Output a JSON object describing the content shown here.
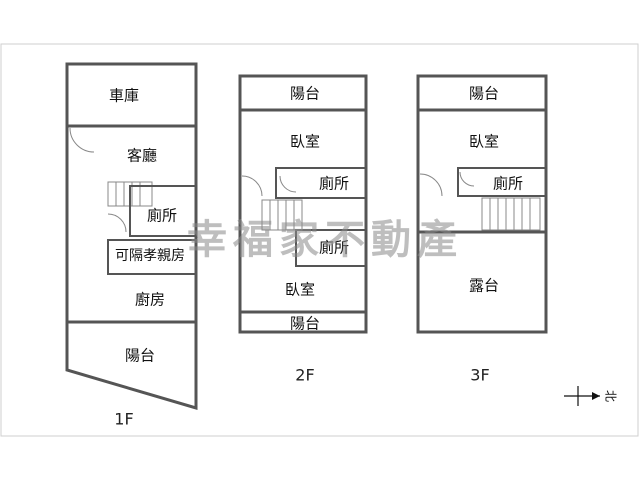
{
  "floors": [
    {
      "level": "1F",
      "rooms": [
        "車庫",
        "客廳",
        "廁所",
        "可隔孝親房",
        "廚房",
        "陽台"
      ]
    },
    {
      "level": "2F",
      "rooms": [
        "陽台",
        "臥室",
        "廁所",
        "廁所",
        "臥室",
        "陽台"
      ]
    },
    {
      "level": "3F",
      "rooms": [
        "陽台",
        "臥室",
        "廁所",
        "露台"
      ]
    }
  ],
  "watermark": "幸福家不動產",
  "north_label": "北",
  "colors": {
    "wall": "#555555",
    "watermark": "#8a8a8a",
    "background": "#ffffff"
  }
}
